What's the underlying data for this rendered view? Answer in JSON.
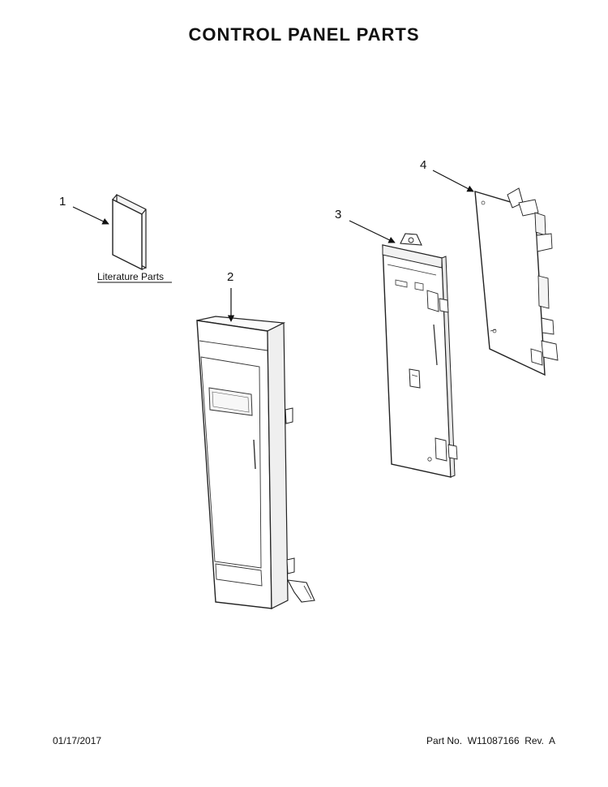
{
  "header": {
    "title": "CONTROL PANEL PARTS"
  },
  "callouts": [
    {
      "number": "1",
      "part": "literature"
    },
    {
      "number": "2",
      "part": "control-panel-housing"
    },
    {
      "number": "3",
      "part": "control-panel-bracket"
    },
    {
      "number": "4",
      "part": "circuit-board"
    }
  ],
  "labels": {
    "literature": "Literature Parts"
  },
  "footer": {
    "date": "01/17/2017",
    "part_number": "Part No.  W11087166  Rev.  A"
  }
}
